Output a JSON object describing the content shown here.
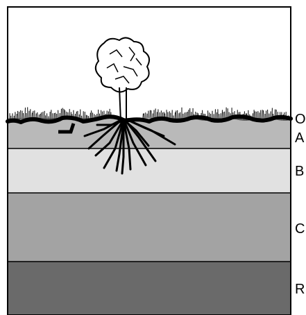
{
  "horizons": [
    {
      "label": "O",
      "color": "#ffffff"
    },
    {
      "label": "A",
      "color": "#b9b9b9"
    },
    {
      "label": "B",
      "color": "#e1e1e1"
    },
    {
      "label": "C",
      "color": "#a3a3a3"
    },
    {
      "label": "R",
      "color": "#6a6a6a"
    }
  ]
}
